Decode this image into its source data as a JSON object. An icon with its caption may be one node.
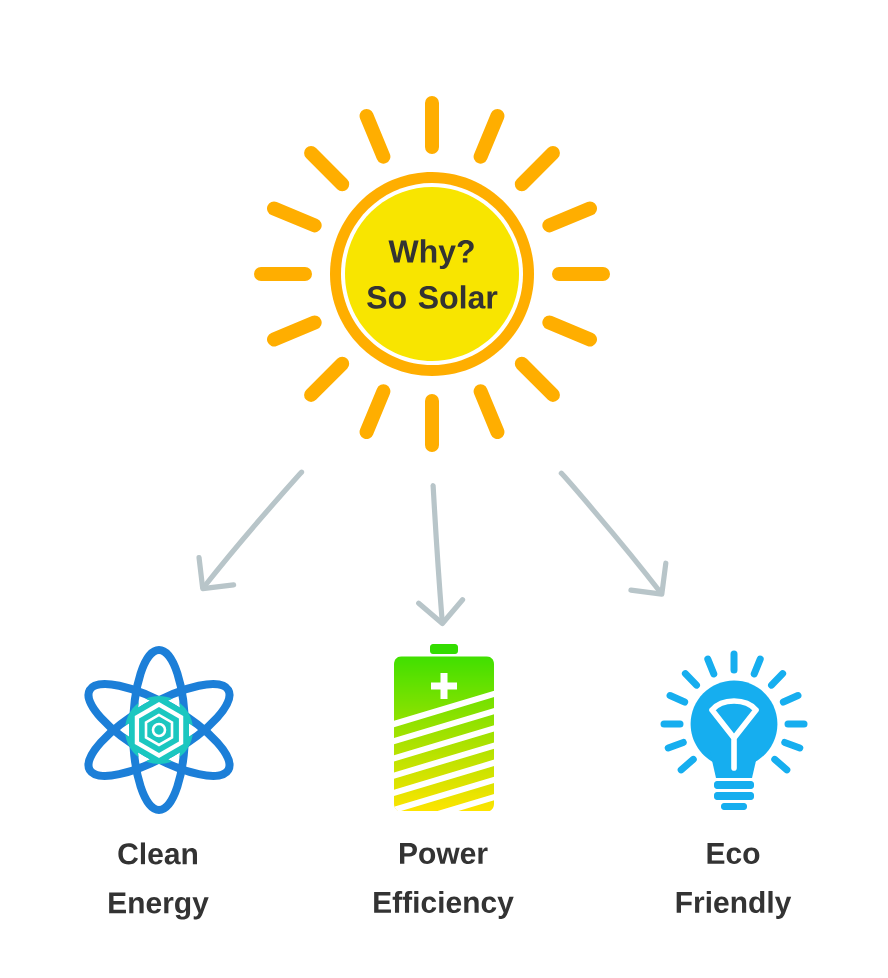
{
  "diagram": {
    "nodes": [
      {
        "text": [
          "Why? So Solar"
        ]
      },
      {
        "text": [],
        "shape": "picture",
        "beside": [
          "Clean Energy"
        ]
      },
      {
        "text": [],
        "shape": "picture",
        "beside": [
          "Power Efficiency"
        ]
      },
      {
        "text": [],
        "shape": "picture",
        "beside": [
          "Eco Friendly"
        ]
      }
    ],
    "edges": [
      {
        "from": 0,
        "to": 1,
        "arrow": "to"
      },
      {
        "from": 0,
        "to": 2,
        "arrow": "to"
      },
      {
        "from": 0,
        "to": 3,
        "arrow": "to"
      }
    ]
  }
}
